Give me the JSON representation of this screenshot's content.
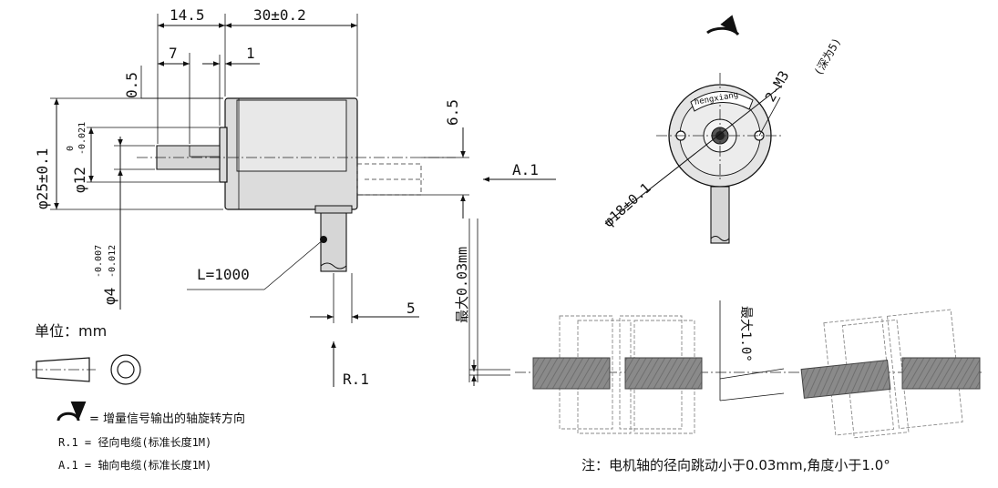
{
  "side_view": {
    "dim_14_5": "14.5",
    "dim_30": "30±0.2",
    "dim_7": "7",
    "dim_1": "1",
    "dim_0_5": "0.5",
    "dim_6_5": "6.5",
    "dim_phi25": "φ25±0.1",
    "dim_phi12": "φ12",
    "dim_phi12_upper": "0",
    "dim_phi12_lower": "-0.021",
    "dim_phi4": "φ4",
    "dim_phi4_upper": "-0.007",
    "dim_phi4_lower": "-0.012",
    "dim_5": "5",
    "cable_length": "L=1000",
    "axial_label": "A.1",
    "radial_label": "R.1"
  },
  "front_view": {
    "dim_phi18": "φ18±0.1",
    "thread": "2-M3",
    "thread_depth": "(深为5)",
    "brand": "hengxiang"
  },
  "runout": {
    "max_003": "最大0.03mm",
    "max_angle": "最大1.0°"
  },
  "legend": {
    "unit_label": "单位：mm",
    "rotation_desc": "= 增量信号输出的轴旋转方向",
    "r1": "R.1  =  径向电缆(标准长度1M)",
    "a1": "A.1  =  轴向电缆(标准长度1M)"
  },
  "note": "注：电机轴的径向跳动小于0.03mm,角度小于1.0°"
}
